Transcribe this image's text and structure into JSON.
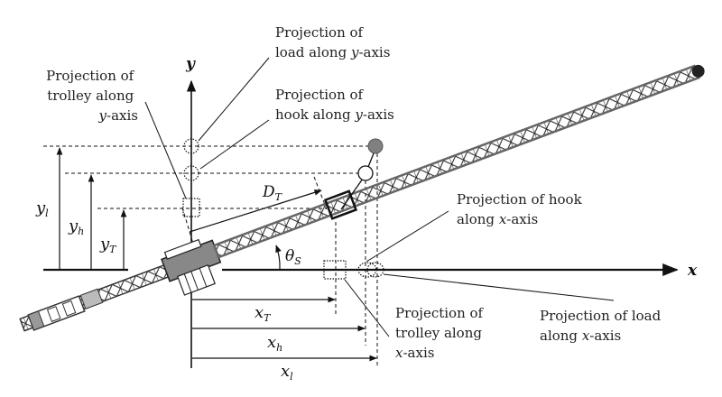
{
  "axes": {
    "x_label": "x",
    "y_label": "y"
  },
  "labels": {
    "load_y": [
      "Projection of",
      "load along ",
      "y",
      "-axis"
    ],
    "hook_y": [
      "Projection of",
      "hook along ",
      "y",
      "-axis"
    ],
    "trolley_y": [
      "Projection of",
      "trolley along",
      "y",
      "-axis"
    ],
    "hook_x": [
      "Projection of hook",
      "along ",
      "x",
      "-axis"
    ],
    "trolley_x": [
      "Projection of",
      "trolley along",
      "x",
      "-axis"
    ],
    "load_x": [
      "Projection of load",
      "along ",
      "x",
      "-axis"
    ]
  },
  "symbols": {
    "y_l": {
      "base": "y",
      "sub": "l"
    },
    "y_h": {
      "base": "y",
      "sub": "h"
    },
    "y_T": {
      "base": "y",
      "sub": "T"
    },
    "x_T": {
      "base": "x",
      "sub": "T"
    },
    "x_h": {
      "base": "x",
      "sub": "h"
    },
    "x_l": {
      "base": "x",
      "sub": "l"
    },
    "D_T": {
      "base": "D",
      "sub": "T"
    },
    "theta_S": {
      "base": "θ",
      "sub": "S"
    }
  },
  "colors": {
    "load_fill": "#808080",
    "hook_fill": "#ffffff",
    "line": "#111111",
    "jib": "#555555"
  }
}
